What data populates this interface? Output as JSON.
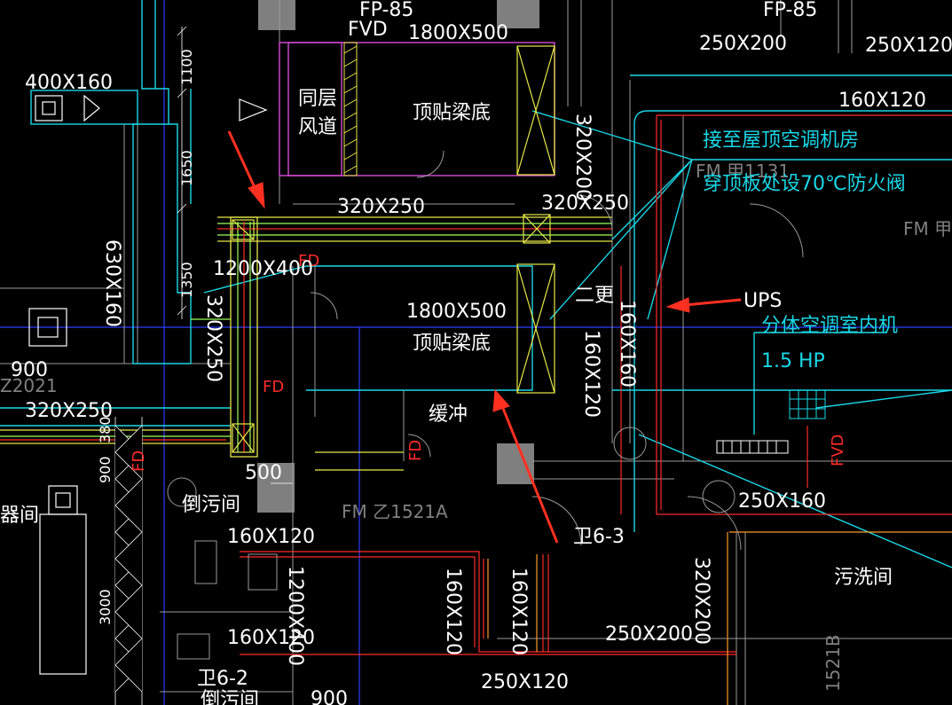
{
  "labels": {
    "fp85_left": "FP-85",
    "fp85_right": "FP-85",
    "fvd_top": "FVD",
    "duct_1800x500_top": "1800X500",
    "duct_400x160": "400X160",
    "dim_1100": "1100",
    "dim_1650": "1650",
    "dim_1350": "1350",
    "duct_630x160": "630X160",
    "same_floor_duct_1": "同层",
    "same_floor_duct_2": "风道",
    "ceiling_beam_top": "顶贴梁底",
    "duct_320x200_v": "320X200",
    "duct_250x200_top": "250X200",
    "duct_250x120_top": "250X120",
    "duct_160x120_right": "160X120",
    "note_roof_ahu": "接至屋顶空调机房",
    "note_fire_damper": "穿顶板处设70℃防火阀",
    "fm_jia_1131": "FM 甲1131",
    "fm_jia_right": "FM 甲",
    "duct_320x250_a": "320X250",
    "duct_320x250_b": "320X250",
    "fd_1": "FD",
    "duct_1200x400": "1200X400",
    "duct_320x250_v": "320X250",
    "fd_2": "FD",
    "second_change": "二更",
    "duct_1800x500_mid": "1800X500",
    "ceiling_beam_mid": "顶贴梁底",
    "duct_160x160": "160X160",
    "duct_160x120_v": "160X120",
    "ups": "UPS",
    "split_ac": "分体空调室内机",
    "hp": "1.5 HP",
    "dim_900_left": "900",
    "z2021": "Z2021",
    "duct_320x250_left": "320X250",
    "buffer": "缓冲",
    "fd_3": "FD",
    "fd_4": "FD",
    "fvd_right": "FVD",
    "dim_380": "380",
    "dim_900_mid": "900",
    "dim_500": "500",
    "dirty_room": "倒污间",
    "room_left_edge": "器间",
    "fm_yi_1521a": "FM 乙1521A",
    "duct_250x160": "250X160",
    "dirty_wash": "污洗间",
    "wei_6_3": "卫6-3",
    "duct_160x120_a": "160X120",
    "duct_1200x400_v": "1200X400",
    "duct_160x120_b": "160X120",
    "duct_160x120_v2": "160X120",
    "duct_160x120_v3": "160X120",
    "duct_250x200_bot": "250X200",
    "duct_320x200_v2": "320X200",
    "duct_250x120_bot": "250X120",
    "wei_6_2": "卫6-2",
    "dirty_room_bot": "倒污间",
    "dim_3000": "3000",
    "dim_900_bot": "900",
    "z1521b": "1521B"
  },
  "colors": {
    "background": "#000000",
    "cyan": "#1ad7e6",
    "red": "#ff2a2a",
    "yellow": "#e8e84a",
    "green": "#9cff5a",
    "magenta": "#d84bd8",
    "white": "#ffffff",
    "gray": "#7f7f7f",
    "blue": "#2c3cff",
    "arrow": "#ff3020"
  }
}
